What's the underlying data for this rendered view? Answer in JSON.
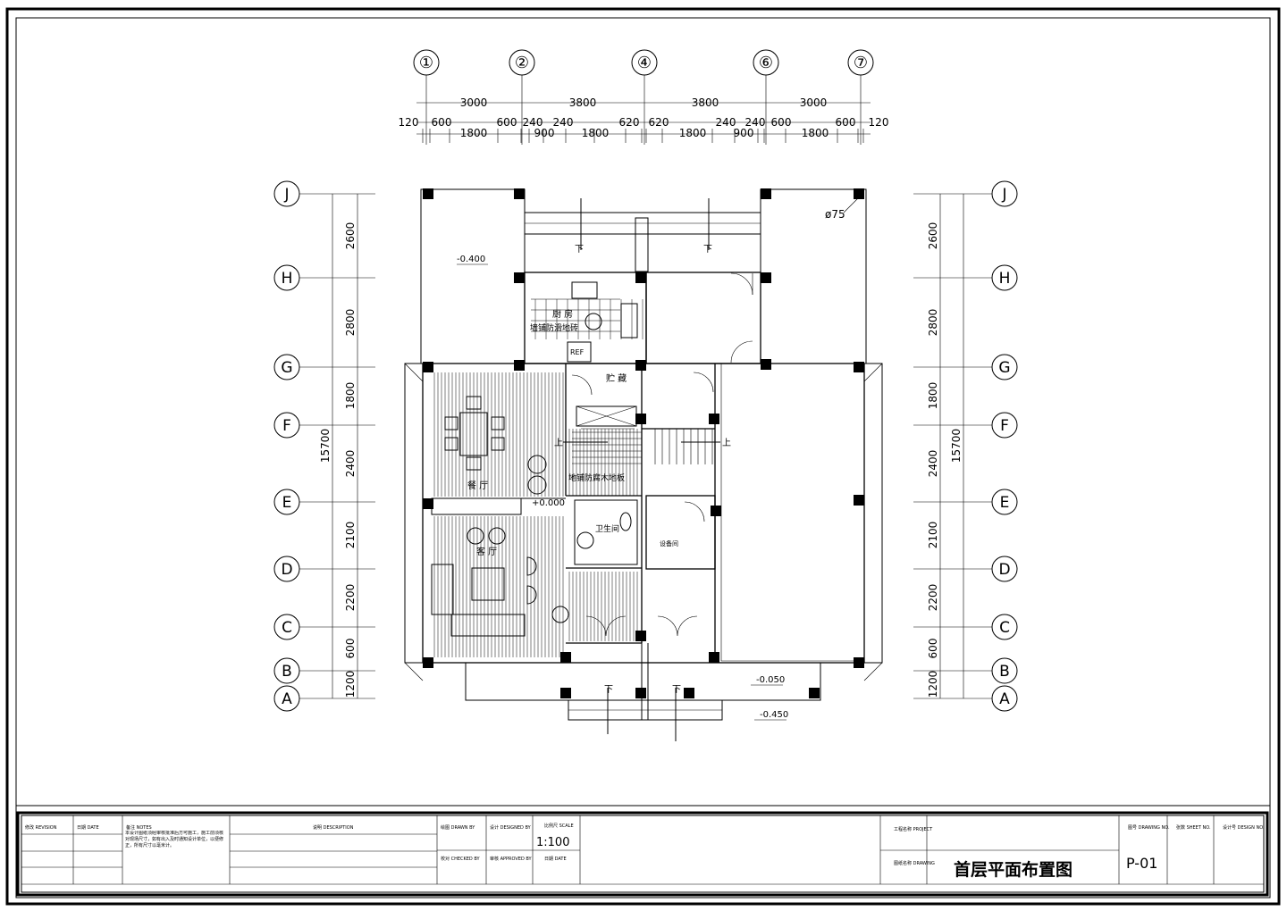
{
  "axes_top": [
    "①",
    "②",
    "④",
    "⑥",
    "⑦"
  ],
  "axes_side": [
    "J",
    "H",
    "G",
    "F",
    "E",
    "D",
    "C",
    "B",
    "A"
  ],
  "dims_top_main": [
    "3000",
    "3800",
    "3800",
    "3000"
  ],
  "dims_top_detail": [
    "120",
    "600",
    "600",
    "240",
    "240",
    "620",
    "620",
    "240",
    "240",
    "600",
    "600",
    "120"
  ],
  "dims_top_lower": [
    "1800",
    "900",
    "1800",
    "1800",
    "900",
    "1800"
  ],
  "dims_side": [
    "2600",
    "2800",
    "1800",
    "2400",
    "2100",
    "2200",
    "600",
    "1200"
  ],
  "dim_total": "15700",
  "levels": {
    "terrace_top": "-0.400",
    "floor": "+0.000",
    "porch": "-0.050",
    "steps": "-0.450"
  },
  "pipe_label": "ø75",
  "arrows": {
    "down": "下",
    "up": "上"
  },
  "rooms": {
    "kitchen": "厨 房",
    "kitchen_note": "墙铺防滑地砖",
    "ref": "REF",
    "storage": "贮 藏",
    "dining": "餐 厅",
    "floor_note": "地铺防腐木地板",
    "living": "客 厅",
    "toilet": "卫生间",
    "equipment": "设备间",
    "stair_up": "上"
  },
  "title_block": {
    "rev_label": "修改 REVISION",
    "date_label": "日期 DATE",
    "notes_label": "备注 NOTES",
    "notes_text": "本设计图纸须经审核批准后方可施工，施工前须核对现场尺寸，如有出入及时通知设计单位，以便修正，所有尺寸以毫米计。",
    "desc_label": "说明 DESCRIPTION",
    "drawn_label": "绘图 DRAWN BY",
    "design_label": "设计 DESIGNED BY",
    "check_label": "校对 CHECKED BY",
    "approve_label": "审核 APPROVED BY",
    "scale_label": "比例尺 SCALE",
    "scale_value": "1:100",
    "date_label2": "日期 DATE",
    "project_label": "工程名称 PROJECT",
    "drawing_name_label": "图纸名称 DRAWING",
    "drawing_title": "首层平面布置图",
    "drawing_no_label": "图号 DRAWING NO.",
    "drawing_no": "P-01",
    "sheet_label": "张数 SHEET NO.",
    "design_no_label": "设计号 DESIGN NO."
  }
}
